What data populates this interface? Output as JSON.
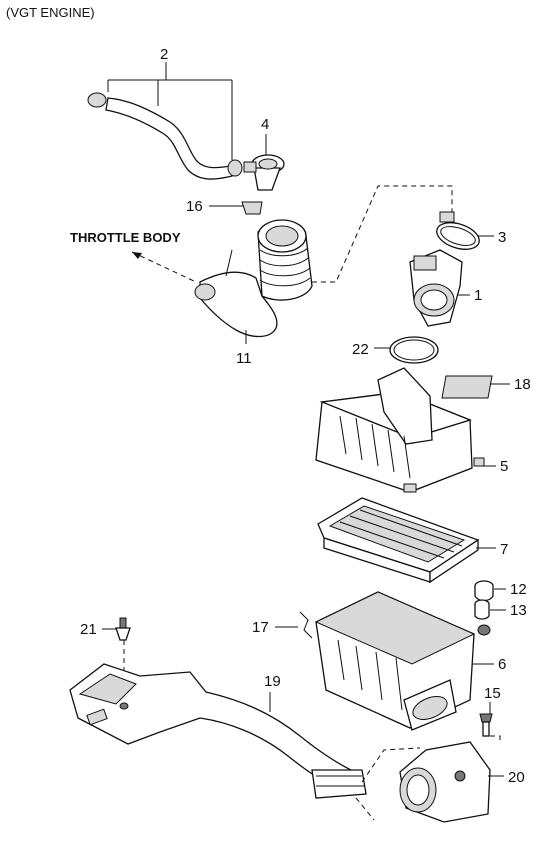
{
  "header": {
    "engine_label": "(VGT ENGINE)"
  },
  "callouts": {
    "throttle_body": "THROTTLE BODY",
    "parts": {
      "p1": "1",
      "p2": "2",
      "p3": "3",
      "p4": "4",
      "p5": "5",
      "p6": "6",
      "p7": "7",
      "p11": "11",
      "p12": "12",
      "p13": "13",
      "p15": "15",
      "p16": "16",
      "p17": "17",
      "p18": "18",
      "p19": "19",
      "p20": "20",
      "p21": "21",
      "p22": "22"
    }
  }
}
